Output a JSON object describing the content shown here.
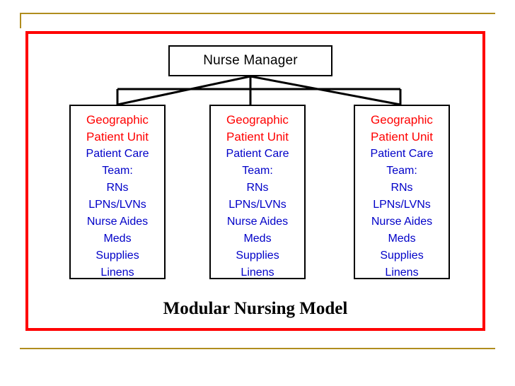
{
  "slide": {
    "caption": "Modular Nursing Model",
    "frame_color": "#ff0000",
    "rule_color": "#b08d1e",
    "heading_color": "#ff0000",
    "body_color": "#0000c8"
  },
  "chart_data": {
    "type": "diagram",
    "title": "Modular Nursing Model",
    "root": {
      "label": "Nurse Manager"
    },
    "units": [
      {
        "heading": [
          "Geographic",
          "Patient Unit"
        ],
        "lines": [
          "Patient Care",
          "Team:",
          "RNs",
          "LPNs/LVNs",
          "Nurse Aides",
          "Meds",
          "Supplies",
          "Linens"
        ]
      },
      {
        "heading": [
          "Geographic",
          "Patient Unit"
        ],
        "lines": [
          "Patient Care",
          "Team:",
          "RNs",
          "LPNs/LVNs",
          "Nurse Aides",
          "Meds",
          "Supplies",
          "Linens"
        ]
      },
      {
        "heading": [
          "Geographic",
          "Patient Unit"
        ],
        "lines": [
          "Patient Care",
          "Team:",
          "RNs",
          "LPNs/LVNs",
          "Nurse Aides",
          "Meds",
          "Supplies",
          "Linens"
        ]
      }
    ]
  }
}
